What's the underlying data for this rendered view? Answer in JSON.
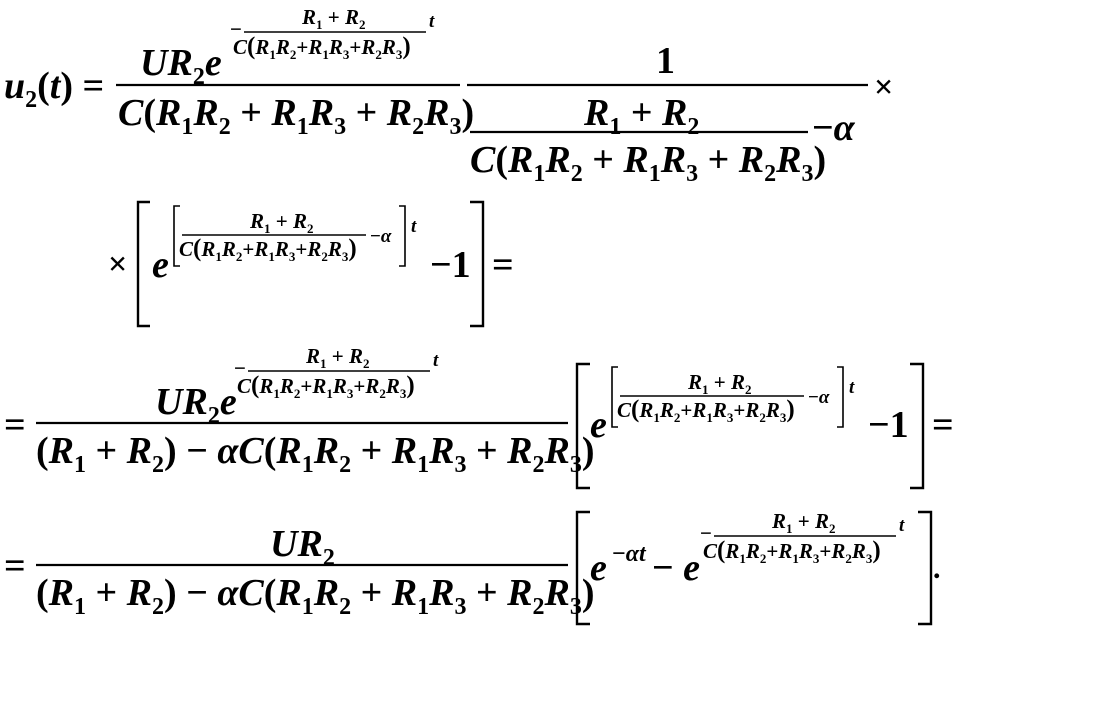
{
  "sym": {
    "u": "u",
    "sub2": "2",
    "t": "t",
    "lp": "(",
    "rp": ")",
    "eq": "=",
    "times": "×",
    "one": "1",
    "minus": "−",
    "plus": "+",
    "alpha": "α",
    "e": "e",
    "U": "U",
    "C": "C",
    "R": "R",
    "s1": "1",
    "s2": "2",
    "s3": "3",
    "period": "."
  }
}
